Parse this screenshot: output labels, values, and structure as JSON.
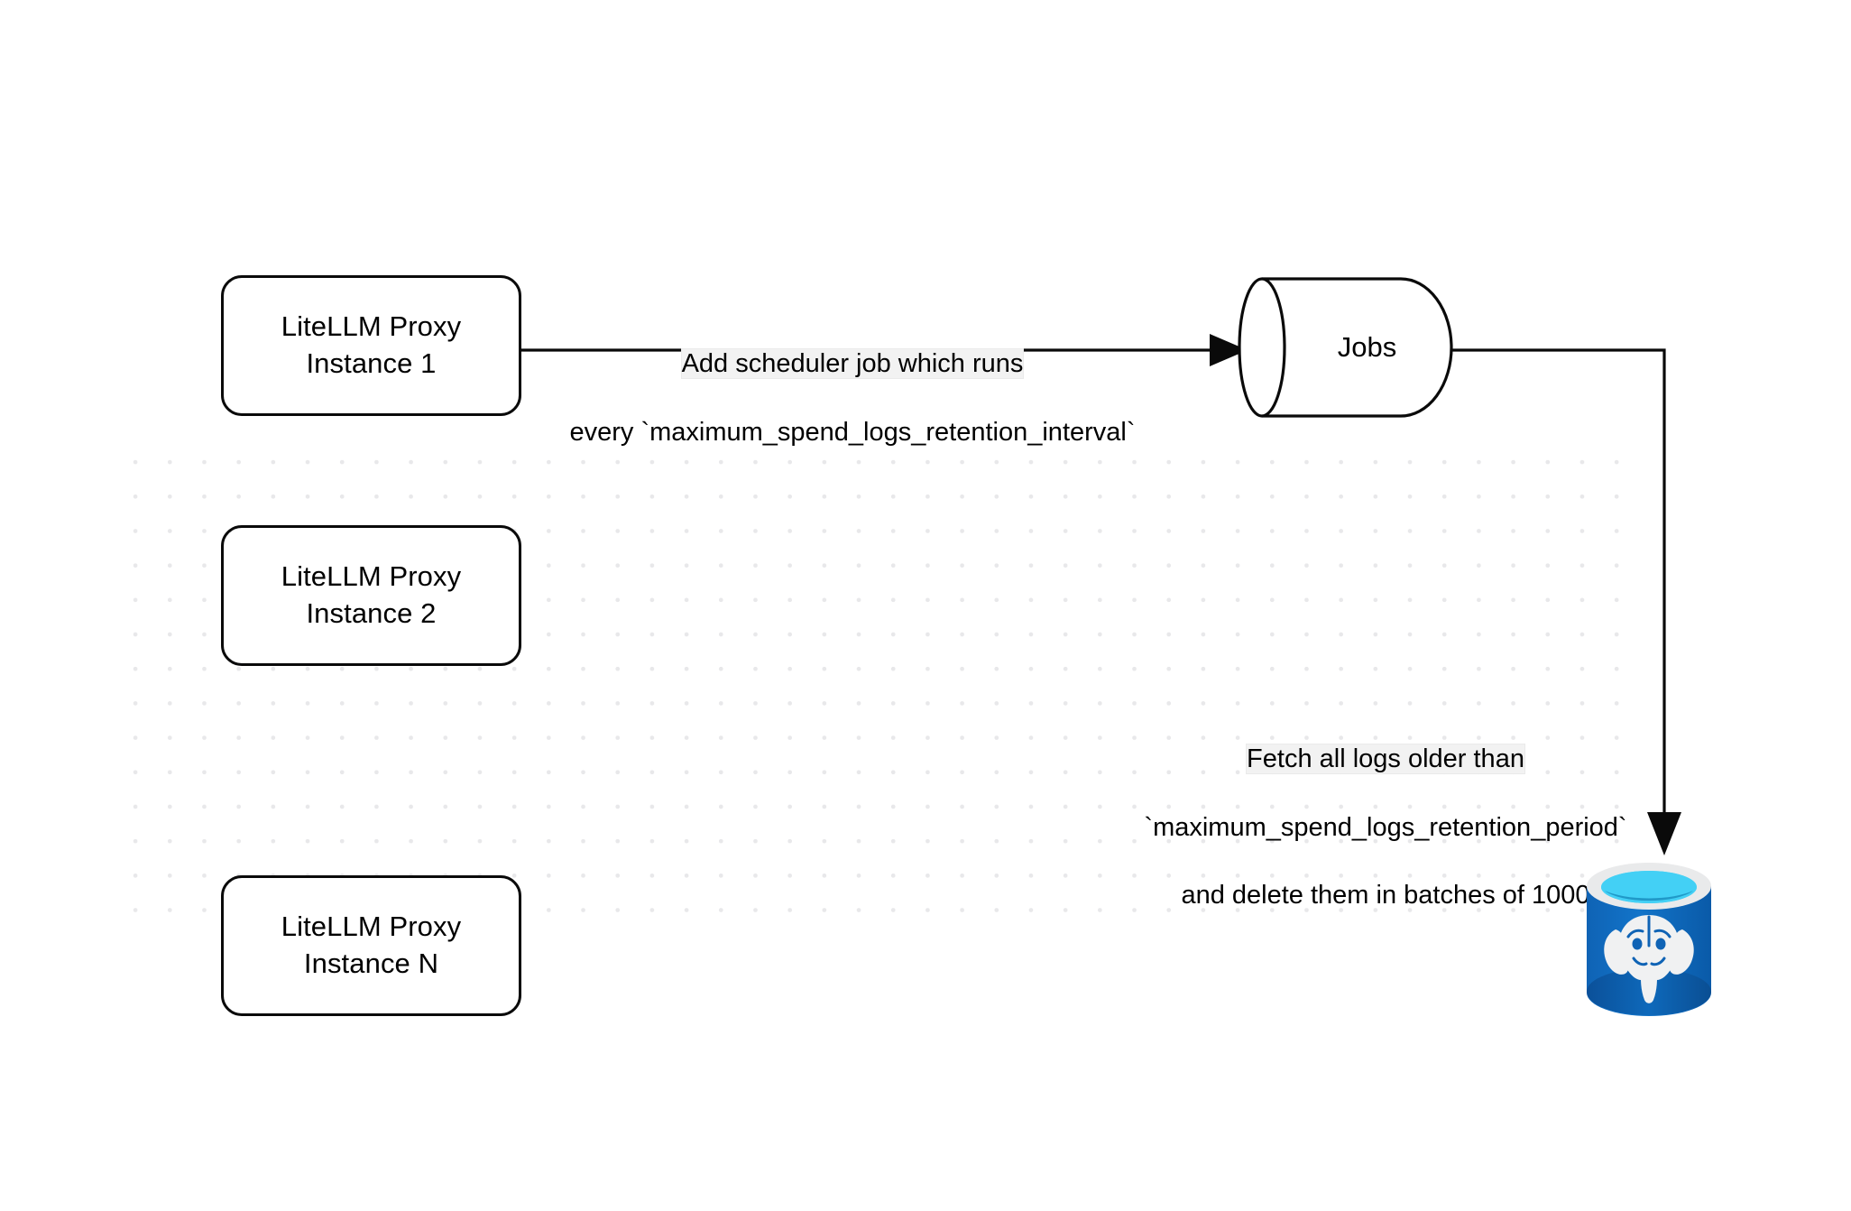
{
  "diagram": {
    "title": "LiteLLM spend logs retention scheduler flow",
    "background": {
      "canvas_color": "#ffffff",
      "dot_color": "#e8e8ea"
    },
    "nodes": {
      "instance_1": {
        "label": "LiteLLM Proxy\nInstance 1",
        "shape": "rounded-rect"
      },
      "instance_2": {
        "label": "LiteLLM Proxy\nInstance 2",
        "shape": "rounded-rect"
      },
      "instance_3": {
        "label": "LiteLLM Proxy\nInstance N",
        "shape": "rounded-rect"
      },
      "jobs": {
        "label": "Jobs",
        "shape": "cylinder"
      },
      "database": {
        "label": "",
        "shape": "postgres-database-icon",
        "colors": {
          "body": "#1a6fc4",
          "body_dark": "#0d5ba8",
          "top_rim": "#e9eaeb",
          "top_liquid": "#43d0f5",
          "top_liquid_shadow": "#1a87b8",
          "elephant": "#f0f1f2"
        }
      }
    },
    "edges": {
      "scheduler": {
        "label_line_1": "Add scheduler job which runs",
        "label_line_2": "every `maximum_spend_logs_retention_interval`",
        "highlight_text": "Add scheduler"
      },
      "fetch": {
        "label_line_1": "Fetch all logs older than",
        "label_line_2": "`maximum_spend_logs_retention_period`",
        "label_line_3": "and delete them in batches of 1000",
        "highlight_text": "Fetch all logs older than"
      }
    }
  }
}
